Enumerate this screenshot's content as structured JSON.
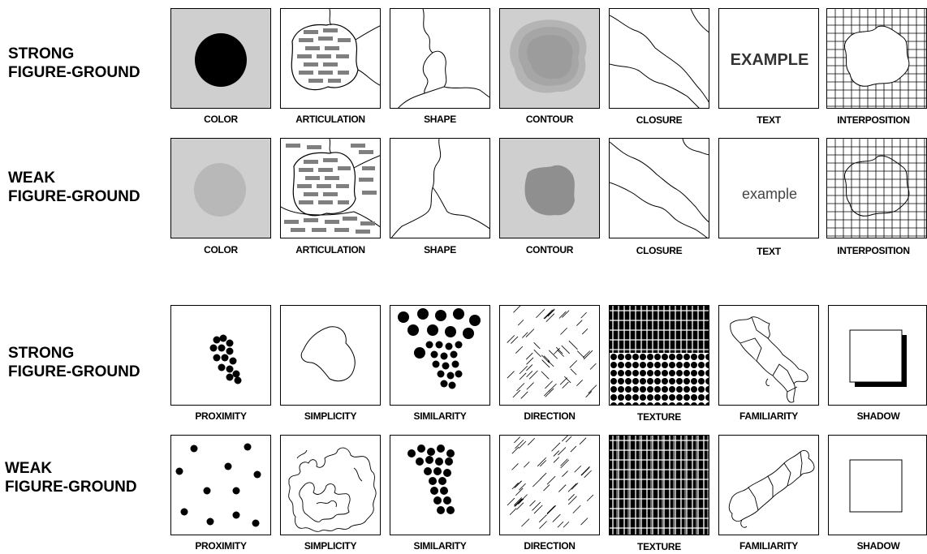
{
  "rows": [
    {
      "label": "STRONG\nFIGURE-GROUND",
      "captions": [
        "COLOR",
        "ARTICULATION",
        "SHAPE",
        "CONTOUR",
        "CLOSURE",
        "TEXT",
        "INTERPOSITION"
      ]
    },
    {
      "label": "WEAK\nFIGURE-GROUND",
      "captions": [
        "COLOR",
        "ARTICULATION",
        "SHAPE",
        "CONTOUR",
        "CLOSURE",
        "TEXT",
        "INTERPOSITION"
      ]
    },
    {
      "label": "STRONG\nFIGURE-GROUND",
      "captions": [
        "PROXIMITY",
        "SIMPLICITY",
        "SIMILARITY",
        "DIRECTION",
        "TEXTURE",
        "FAMILIARITY",
        "SHADOW"
      ]
    },
    {
      "label": "WEAK\nFIGURE-GROUND",
      "captions": [
        "PROXIMITY",
        "SIMPLICITY",
        "SIMILARITY",
        "DIRECTION",
        "TEXTURE",
        "FAMILIARITY",
        "SHADOW"
      ]
    }
  ],
  "text_panel": {
    "strong": "EXAMPLE",
    "weak": "example"
  }
}
